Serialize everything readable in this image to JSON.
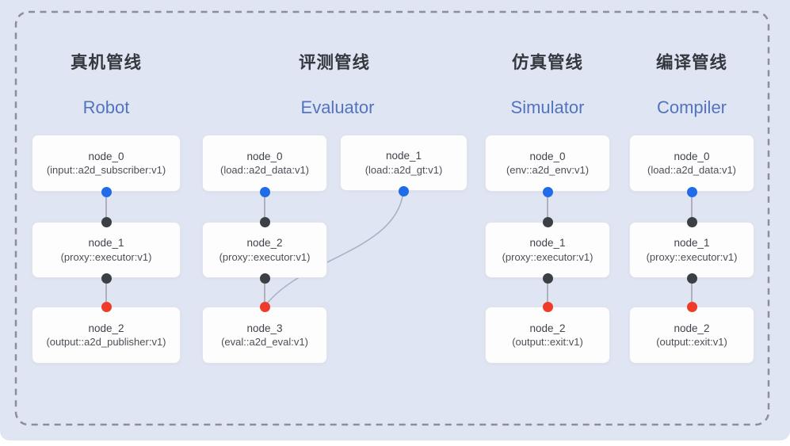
{
  "colors": {
    "panel_bg": "#e0e5f3",
    "boundary_dash": "#8a8f9a",
    "node_bg": "#fdfdfe",
    "node_border": "#e3e4e9",
    "title_zh": "#34383f",
    "title_en_blue": "#5274c0",
    "port_out_blue": "#1f6be8",
    "port_mid_dark": "#3c3f44",
    "port_in_red": "#ee3c28",
    "edge_line": "#8f959f",
    "edge_curve": "#a8b2c6"
  },
  "pipelines": [
    {
      "id": "robot",
      "title_zh": "真机管线",
      "title_en": "Robot",
      "nodes": [
        {
          "name": "node_0",
          "type": "(input::a2d_subscriber:v1)"
        },
        {
          "name": "node_1",
          "type": "(proxy::executor:v1)"
        },
        {
          "name": "node_2",
          "type": "(output::a2d_publisher:v1)"
        }
      ]
    },
    {
      "id": "evaluator",
      "title_zh": "评测管线",
      "title_en": "Evaluator",
      "nodes": [
        {
          "name": "node_0",
          "type": "(load::a2d_data:v1)"
        },
        {
          "name": "node_1",
          "type": "(load::a2d_gt:v1)"
        },
        {
          "name": "node_2",
          "type": "(proxy::executor:v1)"
        },
        {
          "name": "node_3",
          "type": "(eval::a2d_eval:v1)"
        }
      ]
    },
    {
      "id": "simulator",
      "title_zh": "仿真管线",
      "title_en": "Simulator",
      "nodes": [
        {
          "name": "node_0",
          "type": "(env::a2d_env:v1)"
        },
        {
          "name": "node_1",
          "type": "(proxy::executor:v1)"
        },
        {
          "name": "node_2",
          "type": "(output::exit:v1)"
        }
      ]
    },
    {
      "id": "compiler",
      "title_zh": "编译管线",
      "title_en": "Compiler",
      "nodes": [
        {
          "name": "node_0",
          "type": "(load::a2d_data:v1)"
        },
        {
          "name": "node_1",
          "type": "(proxy::executor:v1)"
        },
        {
          "name": "node_2",
          "type": "(output::exit:v1)"
        }
      ]
    }
  ],
  "edges": [
    {
      "from": "robot.node_0",
      "to": "robot.node_1"
    },
    {
      "from": "robot.node_1",
      "to": "robot.node_2"
    },
    {
      "from": "evaluator.node_0",
      "to": "evaluator.node_2"
    },
    {
      "from": "evaluator.node_2",
      "to": "evaluator.node_3"
    },
    {
      "from": "evaluator.node_1",
      "to": "evaluator.node_3"
    },
    {
      "from": "simulator.node_0",
      "to": "simulator.node_1"
    },
    {
      "from": "simulator.node_1",
      "to": "simulator.node_2"
    },
    {
      "from": "compiler.node_0",
      "to": "compiler.node_1"
    },
    {
      "from": "compiler.node_1",
      "to": "compiler.node_2"
    }
  ]
}
